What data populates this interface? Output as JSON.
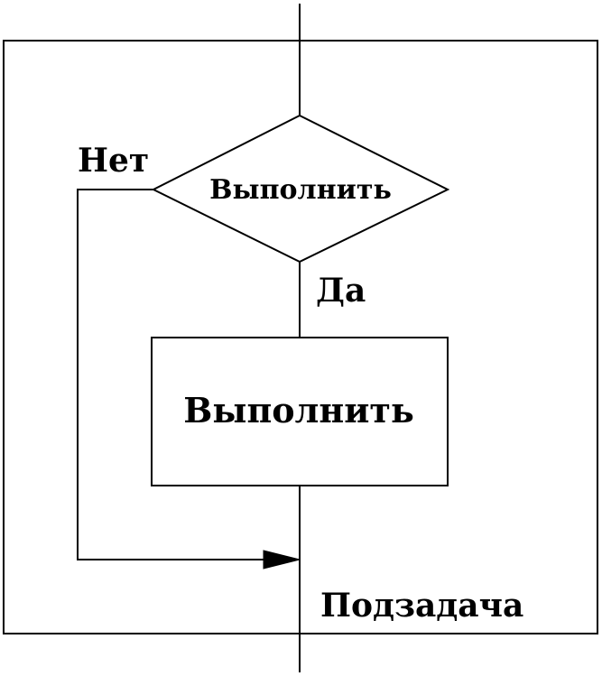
{
  "diagram": {
    "decision_label": "Выполнить",
    "no_label": "Нет",
    "yes_label": "Да",
    "action_label": "Выполнить",
    "container_label": "Подзадача"
  }
}
